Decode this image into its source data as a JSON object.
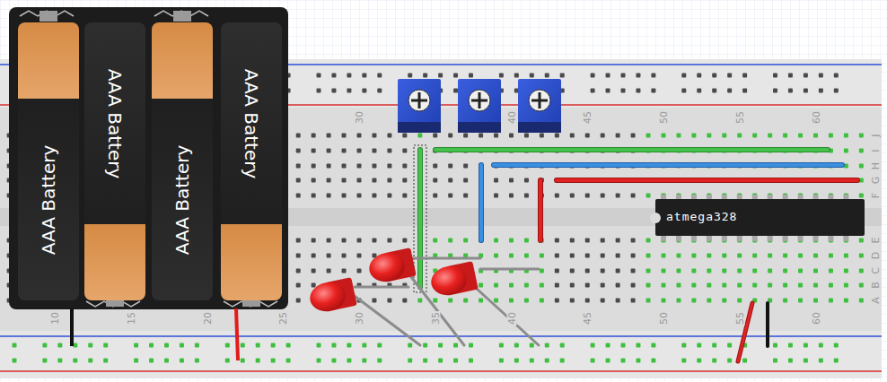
{
  "diagram": {
    "nodes": [
      {
        "text": [
          "AAA Battery"
        ]
      },
      {
        "text": [
          "AAA Battery"
        ]
      },
      {
        "text": [
          "AAA Battery"
        ]
      },
      {
        "text": [
          "AAA Battery"
        ]
      },
      {
        "text": [
          "atmega328"
        ]
      }
    ],
    "labels": [
      "30",
      "40",
      "45",
      "50",
      "55",
      "60",
      "10",
      "15",
      "20",
      "25",
      "30",
      "35",
      "40",
      "45",
      "50",
      "55",
      "60",
      "J",
      "I",
      "H",
      "G",
      "F",
      "E",
      "D",
      "C",
      "B",
      "A"
    ]
  }
}
